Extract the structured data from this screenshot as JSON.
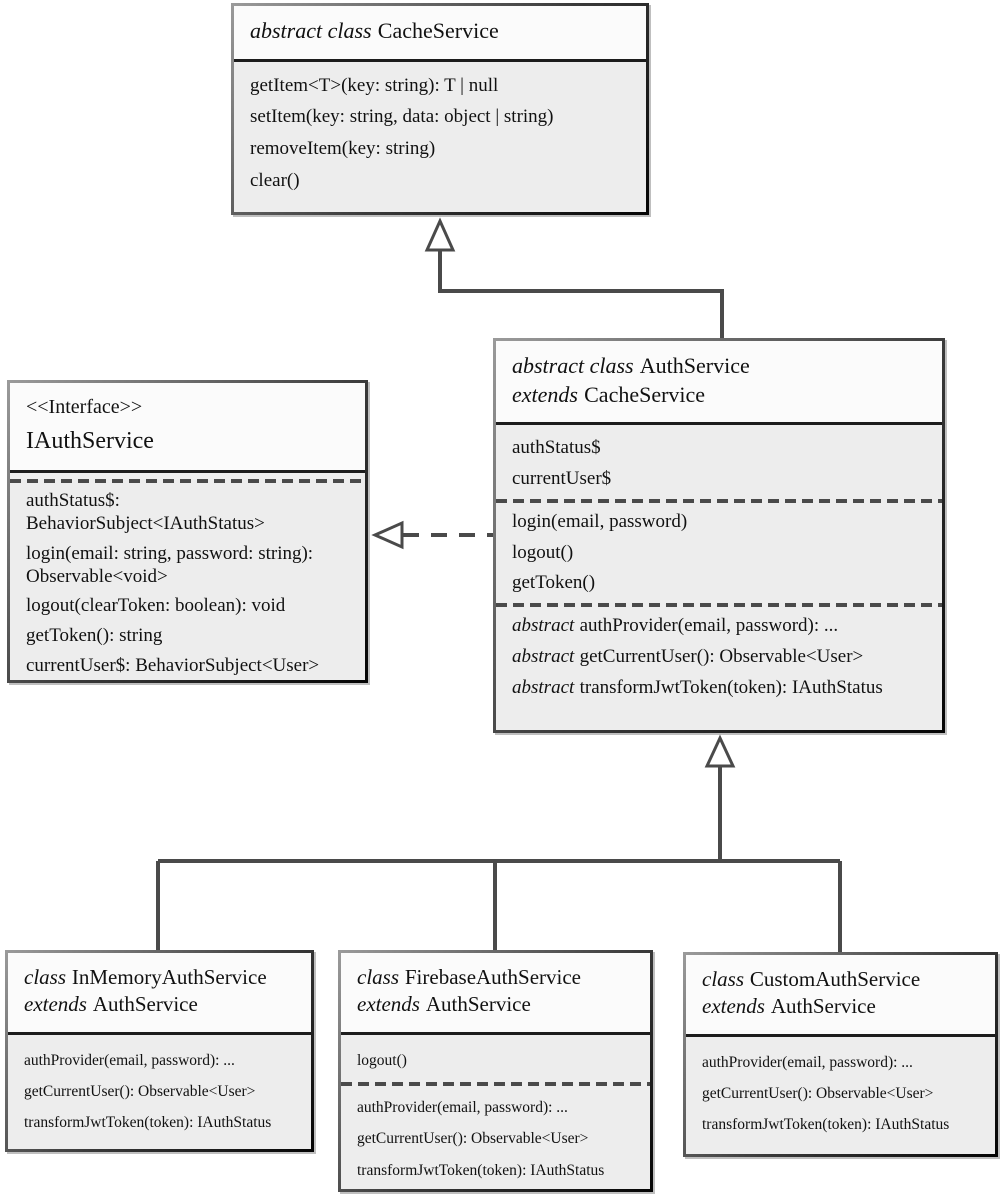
{
  "colors": {
    "connector_line": "#4a4a4a",
    "box_body_fill": "#ededed",
    "box_header_fill": "#fbfbfb",
    "border_dark": "#050505",
    "border_light": "#9a9a9a",
    "text": "#111111"
  },
  "cache_service": {
    "keyword": "abstract class",
    "name": "CacheService",
    "methods": [
      "getItem<T>(key: string): T | null",
      "setItem(key: string, data: object | string)",
      "removeItem(key: string)",
      "clear()"
    ]
  },
  "iauth_service": {
    "stereotype": "<<Interface>>",
    "name": "IAuthService",
    "members": [
      "authStatus$: BehaviorSubject<IAuthStatus>",
      "login(email: string, password: string): Observable<void>",
      "logout(clearToken: boolean): void",
      "getToken(): string",
      "currentUser$: BehaviorSubject<User>"
    ]
  },
  "auth_service": {
    "keyword": "abstract class",
    "name": "AuthService",
    "extends_keyword": "extends",
    "extends_name": "CacheService",
    "attributes": [
      "authStatus$",
      "currentUser$"
    ],
    "methods": [
      "login(email, password)",
      "logout()",
      "getToken()"
    ],
    "abstract_methods": [
      {
        "kw": "abstract",
        "text": "authProvider(email, password): ..."
      },
      {
        "kw": "abstract",
        "text": "getCurrentUser(): Observable<User>"
      },
      {
        "kw": "abstract",
        "text": "transformJwtToken(token): IAuthStatus"
      }
    ]
  },
  "in_memory_auth_service": {
    "keyword": "class",
    "name": "InMemoryAuthService",
    "extends_keyword": "extends",
    "extends_name": "AuthService",
    "methods": [
      "authProvider(email, password): ...",
      "getCurrentUser(): Observable<User>",
      "transformJwtToken(token): IAuthStatus"
    ]
  },
  "firebase_auth_service": {
    "keyword": "class",
    "name": "FirebaseAuthService",
    "extends_keyword": "extends",
    "extends_name": "AuthService",
    "override_methods": [
      "logout()"
    ],
    "methods": [
      "authProvider(email, password): ...",
      "getCurrentUser(): Observable<User>",
      "transformJwtToken(token): IAuthStatus"
    ]
  },
  "custom_auth_service": {
    "keyword": "class",
    "name": "CustomAuthService",
    "extends_keyword": "extends",
    "extends_name": "AuthService",
    "methods": [
      "authProvider(email, password): ...",
      "getCurrentUser(): Observable<User>",
      "transformJwtToken(token): IAuthStatus"
    ]
  }
}
